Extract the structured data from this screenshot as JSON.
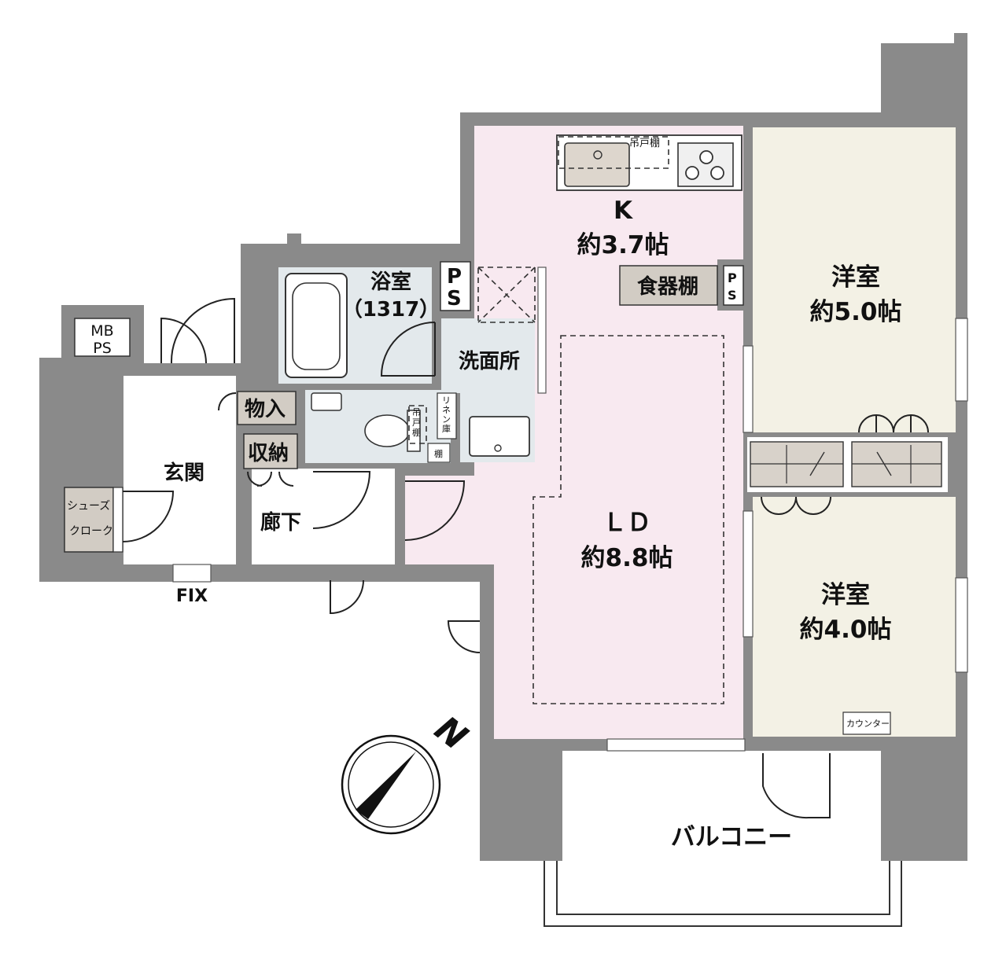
{
  "rooms": {
    "kitchen": {
      "name": "K",
      "size": "約3.7帖"
    },
    "ld": {
      "name": "ＬＤ",
      "size": "約8.8帖"
    },
    "western1": {
      "name": "洋室",
      "size": "約5.0帖"
    },
    "western2": {
      "name": "洋室",
      "size": "約4.0帖"
    },
    "bath": {
      "name": "浴室",
      "size": "（1317）"
    },
    "washroom": {
      "name": "洗面所"
    },
    "entrance": {
      "name": "玄関"
    },
    "hallway": {
      "name": "廊下"
    },
    "balcony": {
      "name": "バルコニー"
    }
  },
  "storage": {
    "mbps_line1": "MB",
    "mbps_line2": "PS",
    "storeroom": "物入",
    "closet": "収納",
    "shoe_line1": "シューズ",
    "shoe_line2": "クローク",
    "cupboard": "食器棚",
    "ps1_line1": "P",
    "ps1_line2": "S",
    "ps2_line1": "P",
    "ps2_line2": "S",
    "hanging_shelf_kitchen": "吊戸棚",
    "hanging_shelf_toilet_1": "吊",
    "hanging_shelf_toilet_2": "戸",
    "hanging_shelf_toilet_3": "棚",
    "linen_1": "リ",
    "linen_2": "ネ",
    "linen_3": "ン",
    "linen_4": "庫",
    "shelf": "棚",
    "counter": "カウンター"
  },
  "fix_label": "FIX",
  "compass": {
    "label": "N"
  },
  "colors": {
    "wall": "#8a8a8a",
    "ldk_floor": "#f8e9f0",
    "bedroom_floor": "#f3f1e5",
    "wet_floor": "#e3e9ec",
    "storage_fill": "#d2ccc4",
    "compass_fill": "#111111"
  }
}
